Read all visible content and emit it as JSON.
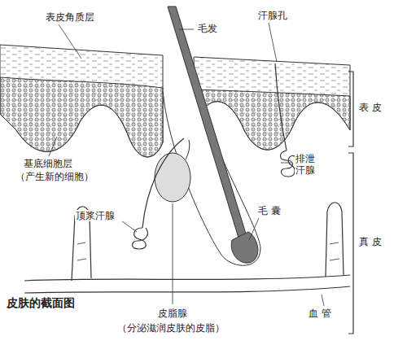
{
  "diagram": {
    "title": "皮肤的截面图",
    "labels": [
      "表皮角质层",
      "毛发",
      "汗腺孔",
      "表 皮",
      "基底细胞层",
      "（产生新的细胞）",
      "排泄 汗腺",
      "真 皮",
      "顶浆汗腺",
      "毛 囊",
      "皮脂腺",
      "（分泌滋润皮肤的皮脂）",
      "血 管"
    ]
  }
}
